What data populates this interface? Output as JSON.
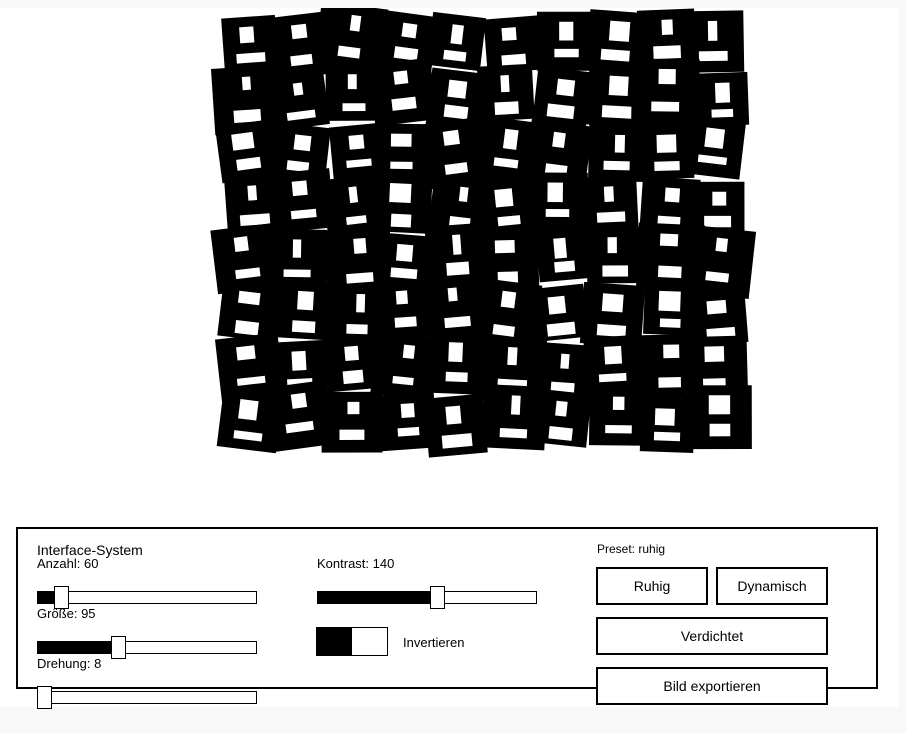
{
  "panel": {
    "title": "Interface-System",
    "sliders": [
      {
        "label": "Anzahl: 60",
        "value": 60,
        "fraction": 0.11
      },
      {
        "label": "Größe: 95",
        "value": 95,
        "fraction": 0.37
      },
      {
        "label": "Drehung: 8",
        "value": 8,
        "fraction": 0.03
      },
      {
        "label": "Kontrast: 140",
        "value": 140,
        "fraction": 0.55
      }
    ],
    "invert": {
      "label": "Invertieren",
      "on": false
    },
    "preset_label": "Preset: ruhig",
    "buttons": {
      "calm": "Ruhig",
      "dynamic": "Dynamisch",
      "dense": "Verdichtet",
      "export": "Bild exportieren"
    }
  },
  "colors": {
    "ink": "#000000",
    "paper": "#ffffff",
    "page": "#f8f8f8"
  }
}
